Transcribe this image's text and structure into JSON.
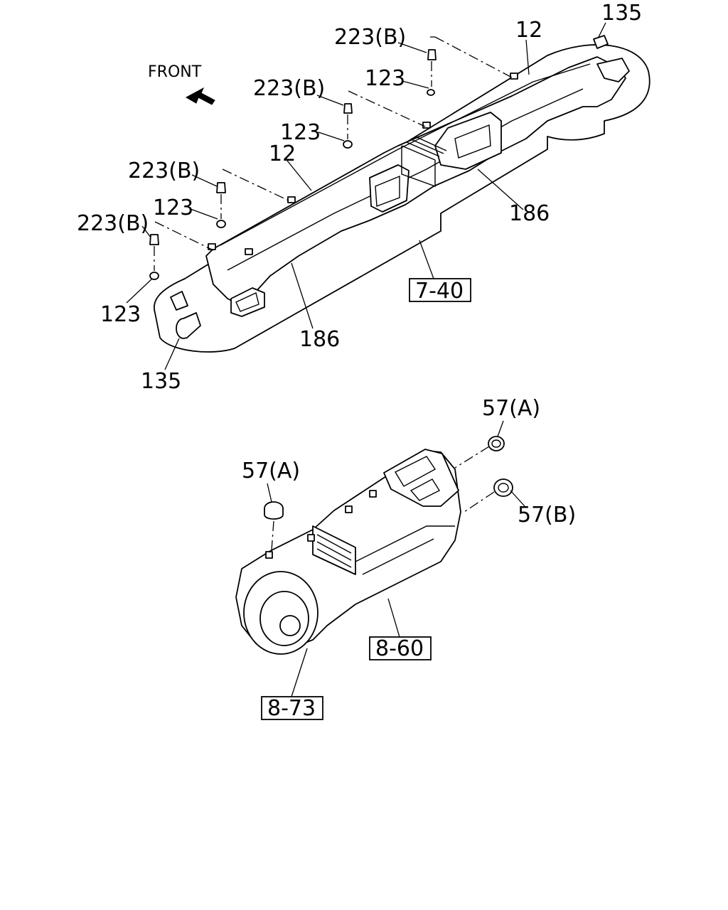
{
  "direction": {
    "label": "FRONT"
  },
  "callouts": {
    "c135_top": "135",
    "c135_bottom": "135",
    "c12_top": "12",
    "c12_mid": "12",
    "c223b_1": "223(B)",
    "c223b_2": "223(B)",
    "c223b_3": "223(B)",
    "c223b_4": "223(B)",
    "c123_1": "123",
    "c123_2": "123",
    "c123_3": "123",
    "c123_4": "123",
    "c186_right": "186",
    "c186_left": "186",
    "c57a_top": "57(A)",
    "c57a_left": "57(A)",
    "c57b": "57(B)"
  },
  "references": {
    "ref_7_40": "7-40",
    "ref_8_60": "8-60",
    "ref_8_73": "8-73"
  },
  "icons": {
    "front_arrow": "arrow-upleft-icon"
  }
}
